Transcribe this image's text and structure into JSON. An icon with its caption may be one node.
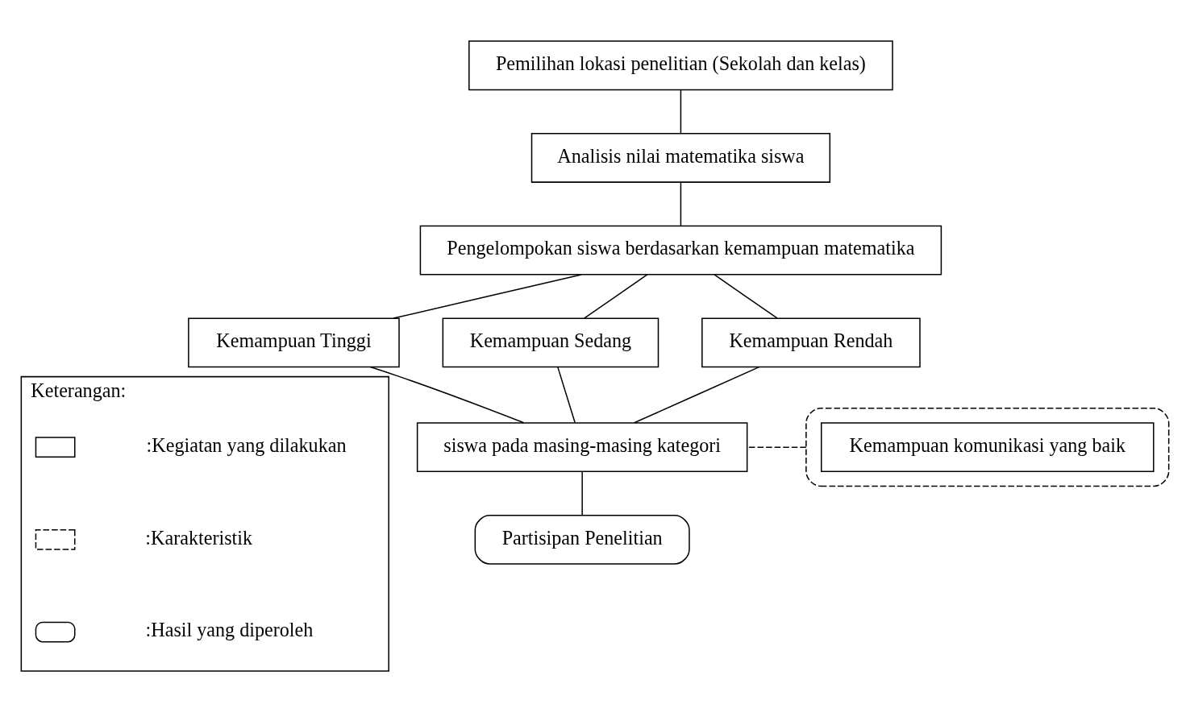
{
  "diagram": {
    "nodes": [
      {
        "text": [
          "Pemilihan lokasi penelitian (Sekolah dan kelas)"
        ]
      },
      {
        "text": [
          "Analisis nilai matematika siswa"
        ]
      },
      {
        "text": [
          "Pengelompokan siswa berdasarkan kemampuan matematika"
        ]
      },
      {
        "text": [
          "Kemampuan Tinggi"
        ]
      },
      {
        "text": [
          "Kemampuan Sedang"
        ]
      },
      {
        "text": [
          "Kemampuan Rendah"
        ]
      },
      {
        "text": [],
        "shape": "box"
      },
      {
        "text": [
          "Kemampuan komunikasi yang baik"
        ],
        "in": 6
      },
      {
        "text": [
          "siswa pada masing-masing kategori"
        ]
      },
      {
        "text": [
          "Partisipan Penelitian"
        ]
      },
      {
        "text": [
          "Keterangan:"
        ]
      },
      {
        "text": [],
        "shape": "box",
        "in": 10
      },
      {
        "text": [],
        "shape": "box",
        "in": 10
      },
      {
        "text": [],
        "shape": "box",
        "in": 10
      }
    ],
    "edges": [
      {
        "from": 0,
        "to": 1,
        "arrow": "none"
      },
      {
        "from": 1,
        "to": 2,
        "arrow": "none"
      },
      {
        "from": 2,
        "to": 3,
        "arrow": "none"
      },
      {
        "from": 2,
        "to": 4,
        "arrow": "none"
      },
      {
        "from": 2,
        "to": 5,
        "arrow": "none"
      },
      {
        "from": 3,
        "to": 8,
        "arrow": "none"
      },
      {
        "from": 4,
        "to": 8,
        "arrow": "none"
      },
      {
        "from": 5,
        "to": 8,
        "arrow": "none"
      },
      {
        "from": 6,
        "to": 8,
        "arrow": "none",
        "style": "dashed"
      },
      {
        "from": 8,
        "to": 9,
        "arrow": "none"
      }
    ],
    "legend": [
      {
        "text": ":Kegiatan yang dilakukan"
      },
      {
        "text": ":Karakteristik"
      },
      {
        "text": ":Hasil yang diperoleh"
      }
    ]
  }
}
